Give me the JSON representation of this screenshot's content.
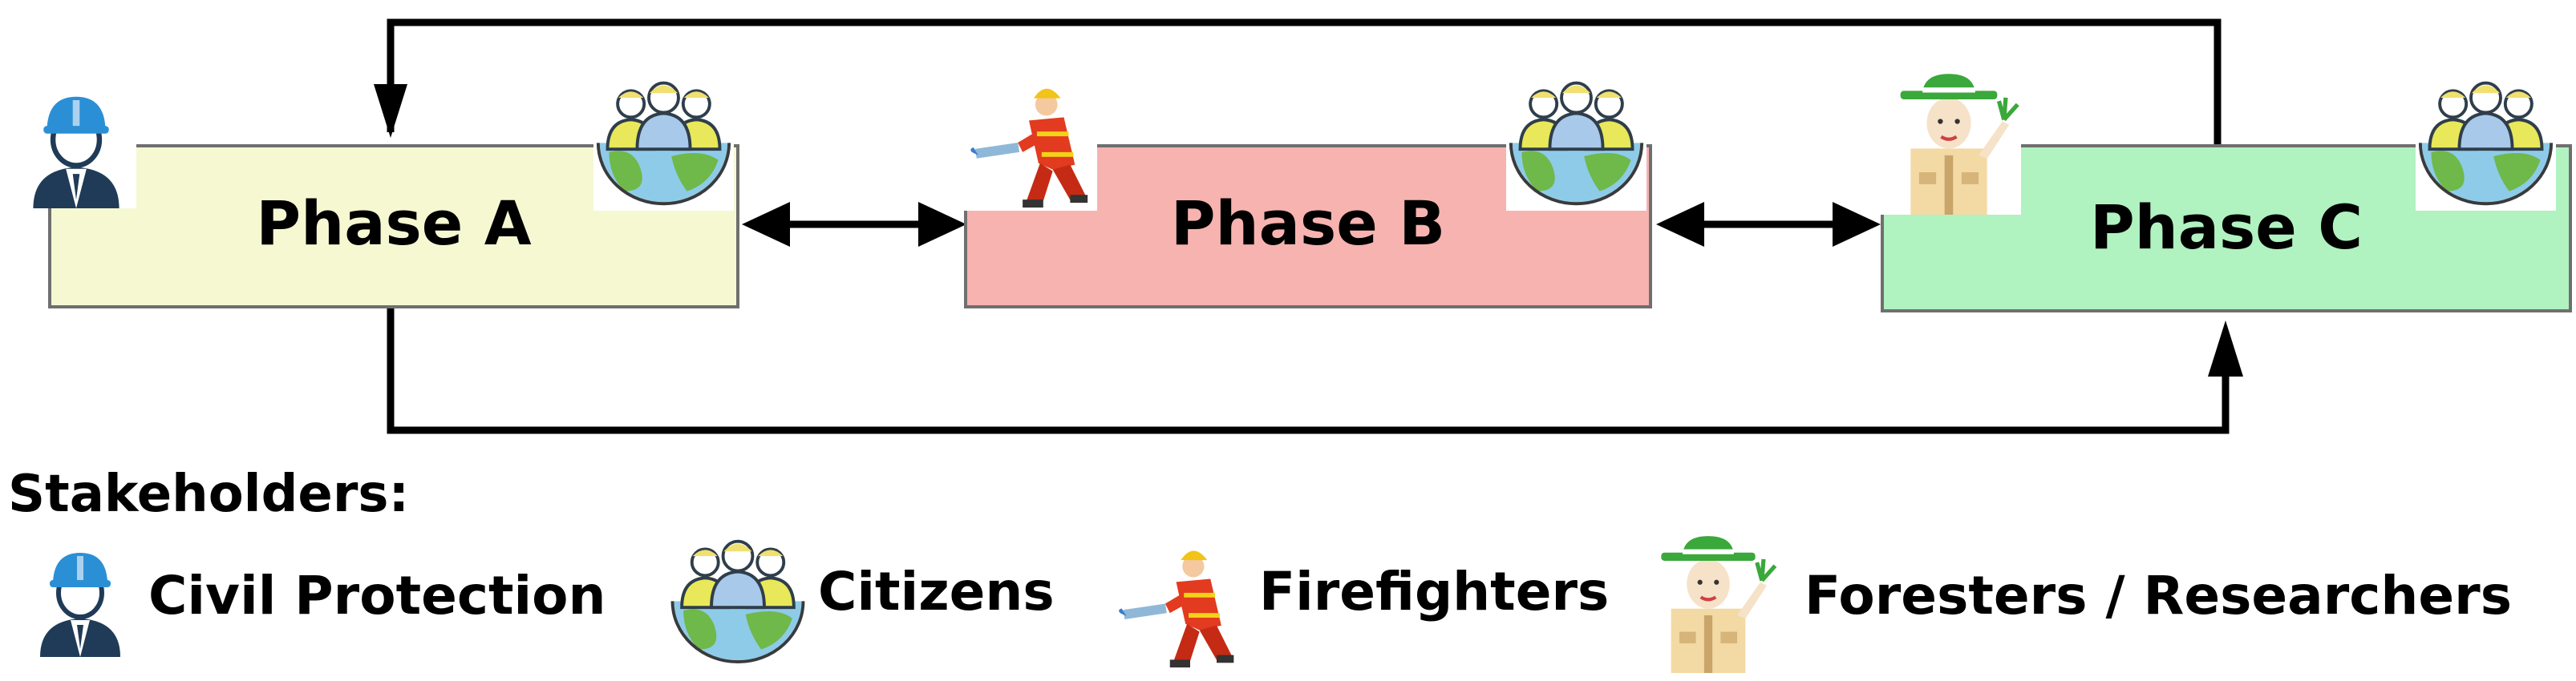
{
  "diagram": {
    "phases": [
      {
        "label": "Phase A",
        "color": "#f6f8d2"
      },
      {
        "label": "Phase B",
        "color": "#f7b3b0"
      },
      {
        "label": "Phase C",
        "color": "#b0f2c0"
      }
    ],
    "border_color": "#6f6f6f",
    "arrow_color": "#000000"
  },
  "legend": {
    "title": "Stakeholders:",
    "items": [
      {
        "label": "Civil Protection",
        "icon": "civil-protection-icon"
      },
      {
        "label": "Citizens",
        "icon": "citizens-icon"
      },
      {
        "label": "Firefighters",
        "icon": "firefighter-icon"
      },
      {
        "label": "Foresters / Researchers",
        "icon": "forester-icon"
      }
    ]
  }
}
